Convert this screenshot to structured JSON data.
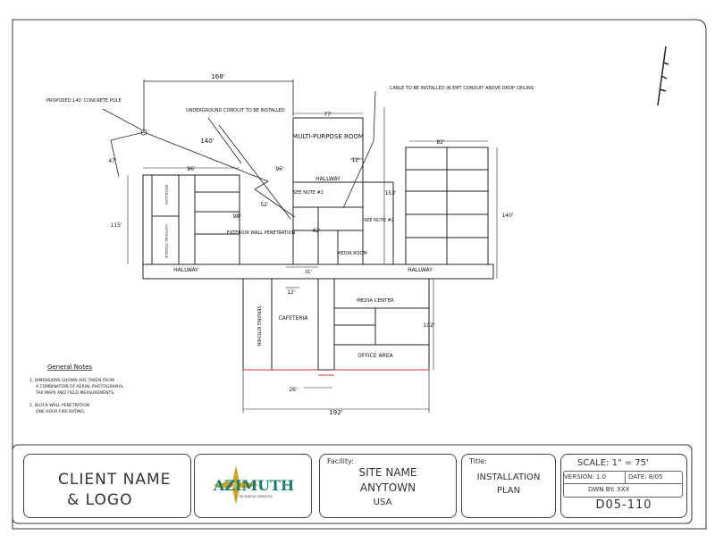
{
  "plan": {
    "rooms": {
      "multi_purpose": "MULTI-PURPOSE ROOM",
      "hallway_upper": "HALLWAY",
      "hallway_left": "HALLWAY",
      "hallway_right": "HALLWAY",
      "cafeteria": "CAFETERIA",
      "serving_kitchen": "SERVING KITCHEN",
      "media_center": "MEDIA CENTER",
      "office_area": "OFFICE AREA",
      "media_room": "MEDIA ROOM",
      "restrooms_left_1": "RESTROOMS",
      "restrooms_left_2": "CUSTODIAL STORAGE"
    },
    "notes": {
      "pole": "PROPOSED 140' CONCRETE POLE",
      "conduit": "UNDERGROUND CONDUIT TO BE INSTALLED",
      "cable": "CABLE TO BE INSTALLED IN EMT CONDUIT ABOVE DROP CEILING",
      "exterior_wall": "EXTERIOR WALL PENETRATION",
      "see_note_1": "SEE NOTE #2",
      "see_note_2": "SEE NOTE #2"
    },
    "dimensions": {
      "d168": "168'",
      "d140": "140'",
      "d47": "47'",
      "d86": "86'",
      "d96": "96'",
      "d52": "52'",
      "d98": "98'",
      "d115": "115'",
      "d77": "77'",
      "d12a": "12'",
      "d153": "153'",
      "d42": "42'",
      "d31": "31'",
      "d82": "82'",
      "d140b": "140'",
      "d12b": "12'",
      "d102": "102'",
      "d26": "26'",
      "d192": "192'"
    }
  },
  "general_notes": {
    "heading": "General Notes",
    "note1_line1": "1. DIMENSIONS SHOWN ARE TAKEN FROM",
    "note1_line2": "A COMBINATION OF AERIAL PHOTOGRAPHS,",
    "note1_line3": "TAX MAPS AND FIELD MEASUREMENTS.",
    "note2_line1": "2. BLOCK WALL PENETRATION",
    "note2_line2": "ONE HOUR FIRE RATING."
  },
  "title_block": {
    "client_line1": "CLIENT NAME",
    "client_line2": "& LOGO",
    "logo_text": "AZIMUTH",
    "logo_sub": "TECHNICAL SERVICES",
    "facility_label": "Facility:",
    "facility_name": "SITE NAME",
    "facility_city": "ANYTOWN",
    "facility_country": "USA",
    "title_label": "Title:",
    "title_line1": "INSTALLATION",
    "title_line2": "PLAN",
    "scale": "SCALE:  1\"  =  75'",
    "version": "VERSION: 1.0",
    "date": "DATE: 8/05",
    "drawn_by": "DWN BY:  XXX",
    "drawing_number": "D05-110"
  },
  "colors": {
    "wall": "#222222",
    "dim_red": "#c0392b",
    "logo_gold": "#c9a227",
    "logo_teal": "#1a7a6f"
  }
}
